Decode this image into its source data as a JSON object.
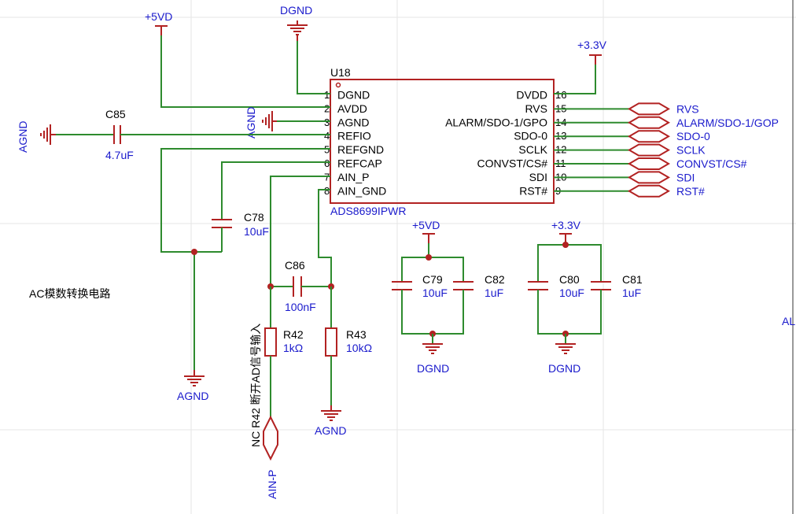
{
  "chip": {
    "ref": "U18",
    "part": "ADS8699IPWR",
    "left_pins": [
      {
        "num": "1",
        "name": "DGND"
      },
      {
        "num": "2",
        "name": "AVDD"
      },
      {
        "num": "3",
        "name": "AGND"
      },
      {
        "num": "4",
        "name": "REFIO"
      },
      {
        "num": "5",
        "name": "REFGND"
      },
      {
        "num": "6",
        "name": "REFCAP"
      },
      {
        "num": "7",
        "name": "AIN_P"
      },
      {
        "num": "8",
        "name": "AIN_GND"
      }
    ],
    "right_pins": [
      {
        "num": "16",
        "name": "DVDD"
      },
      {
        "num": "15",
        "name": "RVS"
      },
      {
        "num": "14",
        "name": "ALARM/SDO-1/GPO"
      },
      {
        "num": "13",
        "name": "SDO-0"
      },
      {
        "num": "12",
        "name": "SCLK"
      },
      {
        "num": "11",
        "name": "CONVST/CS#"
      },
      {
        "num": "10",
        "name": "SDI"
      },
      {
        "num": "9",
        "name": "RST#"
      }
    ]
  },
  "net_labels": [
    "RVS",
    "ALARM/SDO-1/GOP",
    "SDO-0",
    "SCLK",
    "CONVST/CS#",
    "SDI",
    "RST#"
  ],
  "power": {
    "p5vd": "+5VD",
    "dgnd": "DGND",
    "p33v": "+3.3V",
    "agnd": "AGND"
  },
  "components": {
    "c85": {
      "ref": "C85",
      "val": "4.7uF"
    },
    "c78": {
      "ref": "C78",
      "val": "10uF"
    },
    "c86": {
      "ref": "C86",
      "val": "100nF"
    },
    "r42": {
      "ref": "R42",
      "val": "1kΩ"
    },
    "r43": {
      "ref": "R43",
      "val": "10kΩ"
    },
    "c79": {
      "ref": "C79",
      "val": "10uF"
    },
    "c82": {
      "ref": "C82",
      "val": "1uF"
    },
    "c80": {
      "ref": "C80",
      "val": "10uF"
    },
    "c81": {
      "ref": "C81",
      "val": "1uF"
    }
  },
  "notes": {
    "title": "AC模数转换电路",
    "r42_note": "NC R42 断开AD信号输入",
    "port": "AIN-P",
    "edge": "AL"
  },
  "colors": {
    "wire": "#2e8b2e",
    "symbol": "#b22222",
    "label": "#1a1acc"
  }
}
